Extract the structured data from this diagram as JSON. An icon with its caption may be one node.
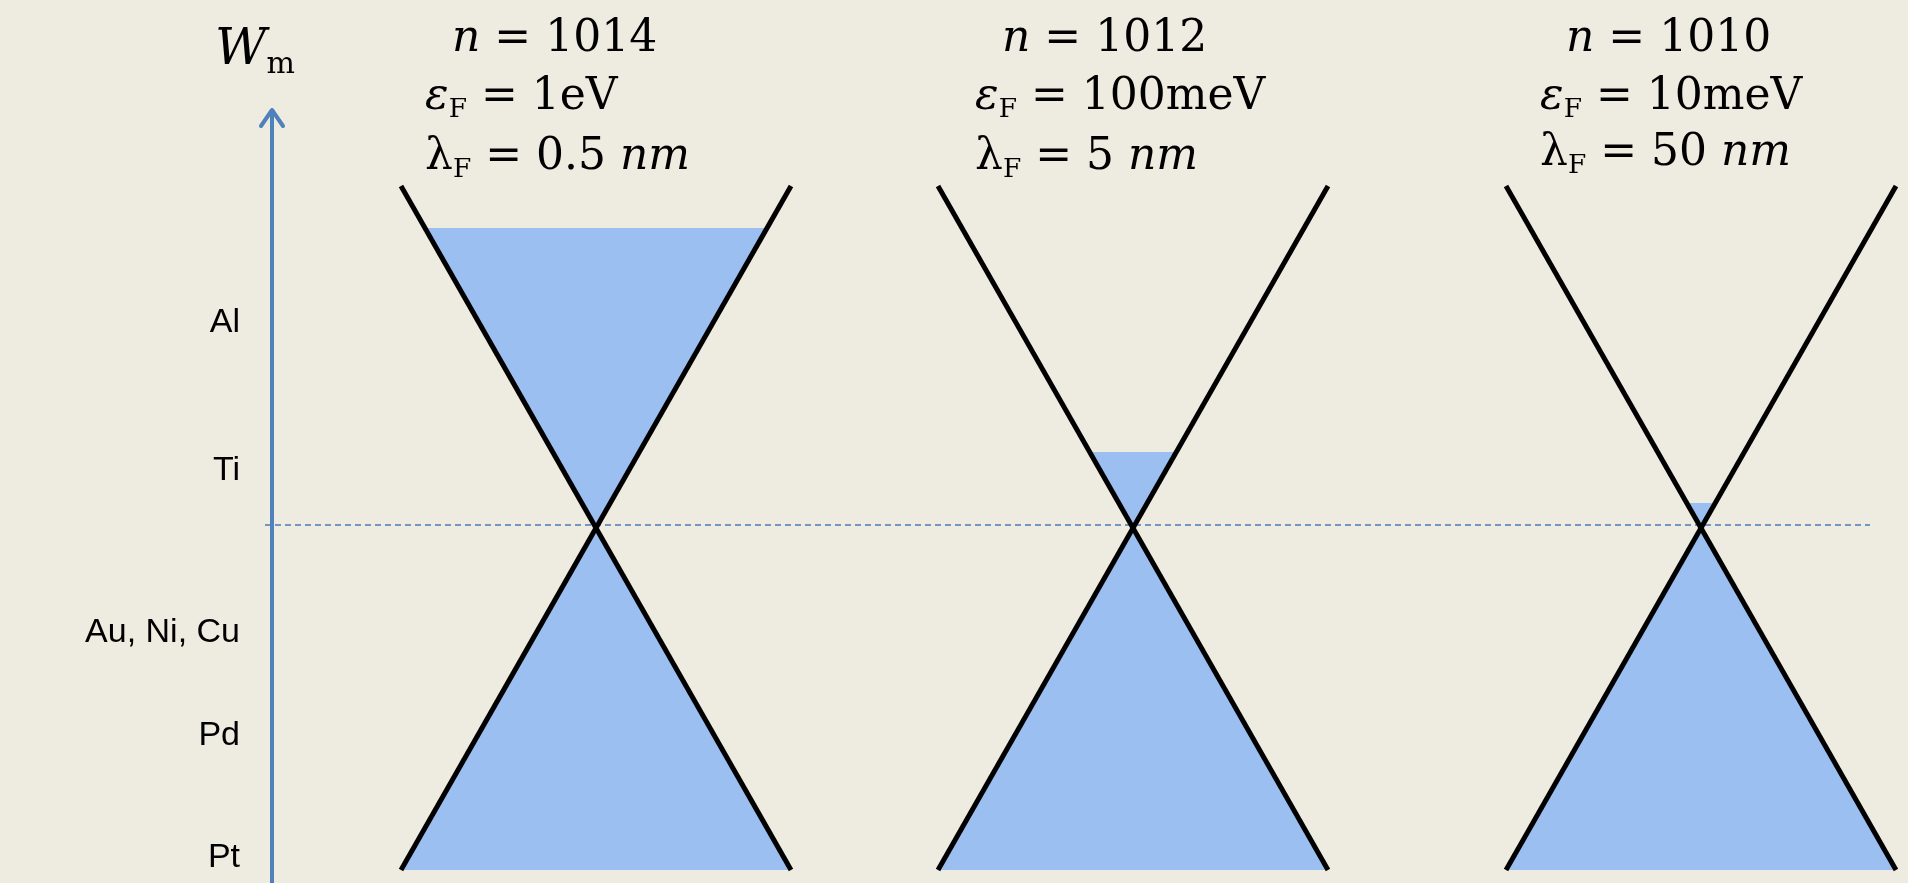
{
  "diagram": {
    "labels": [
      "*W*$_{m}$",
      "*n* = 1014",
      "*n* = 1012",
      "*n* = 1010",
      "*ε*$_{F}$ = 1eV",
      "*ε*$_{F}$ = 100meV",
      "*ε*$_{F}$ = 10meV",
      "λ$_{F}$ = 0.5 *nm*",
      "λ$_{F}$ = 5 *nm*",
      "λ$_{F}$ = 50 *nm*",
      "Al",
      "Ti",
      "Au, Ni, Cu",
      "Pd",
      "Pt"
    ]
  }
}
